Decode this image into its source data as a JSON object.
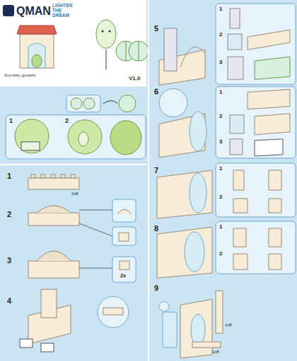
{
  "diagram": {
    "labels": [
      "QMAN",
      "LIGHTEN THE DREAM",
      "Sumikko gurashi",
      "V1.0",
      "1",
      "2",
      "1",
      "2x8",
      "2",
      "3",
      "2x",
      "4",
      "5",
      "1",
      "2",
      "3",
      "6",
      "1",
      "2",
      "3",
      "7",
      "1",
      "2",
      "8",
      "1",
      "2",
      "9",
      "1x8",
      "1x8"
    ]
  }
}
